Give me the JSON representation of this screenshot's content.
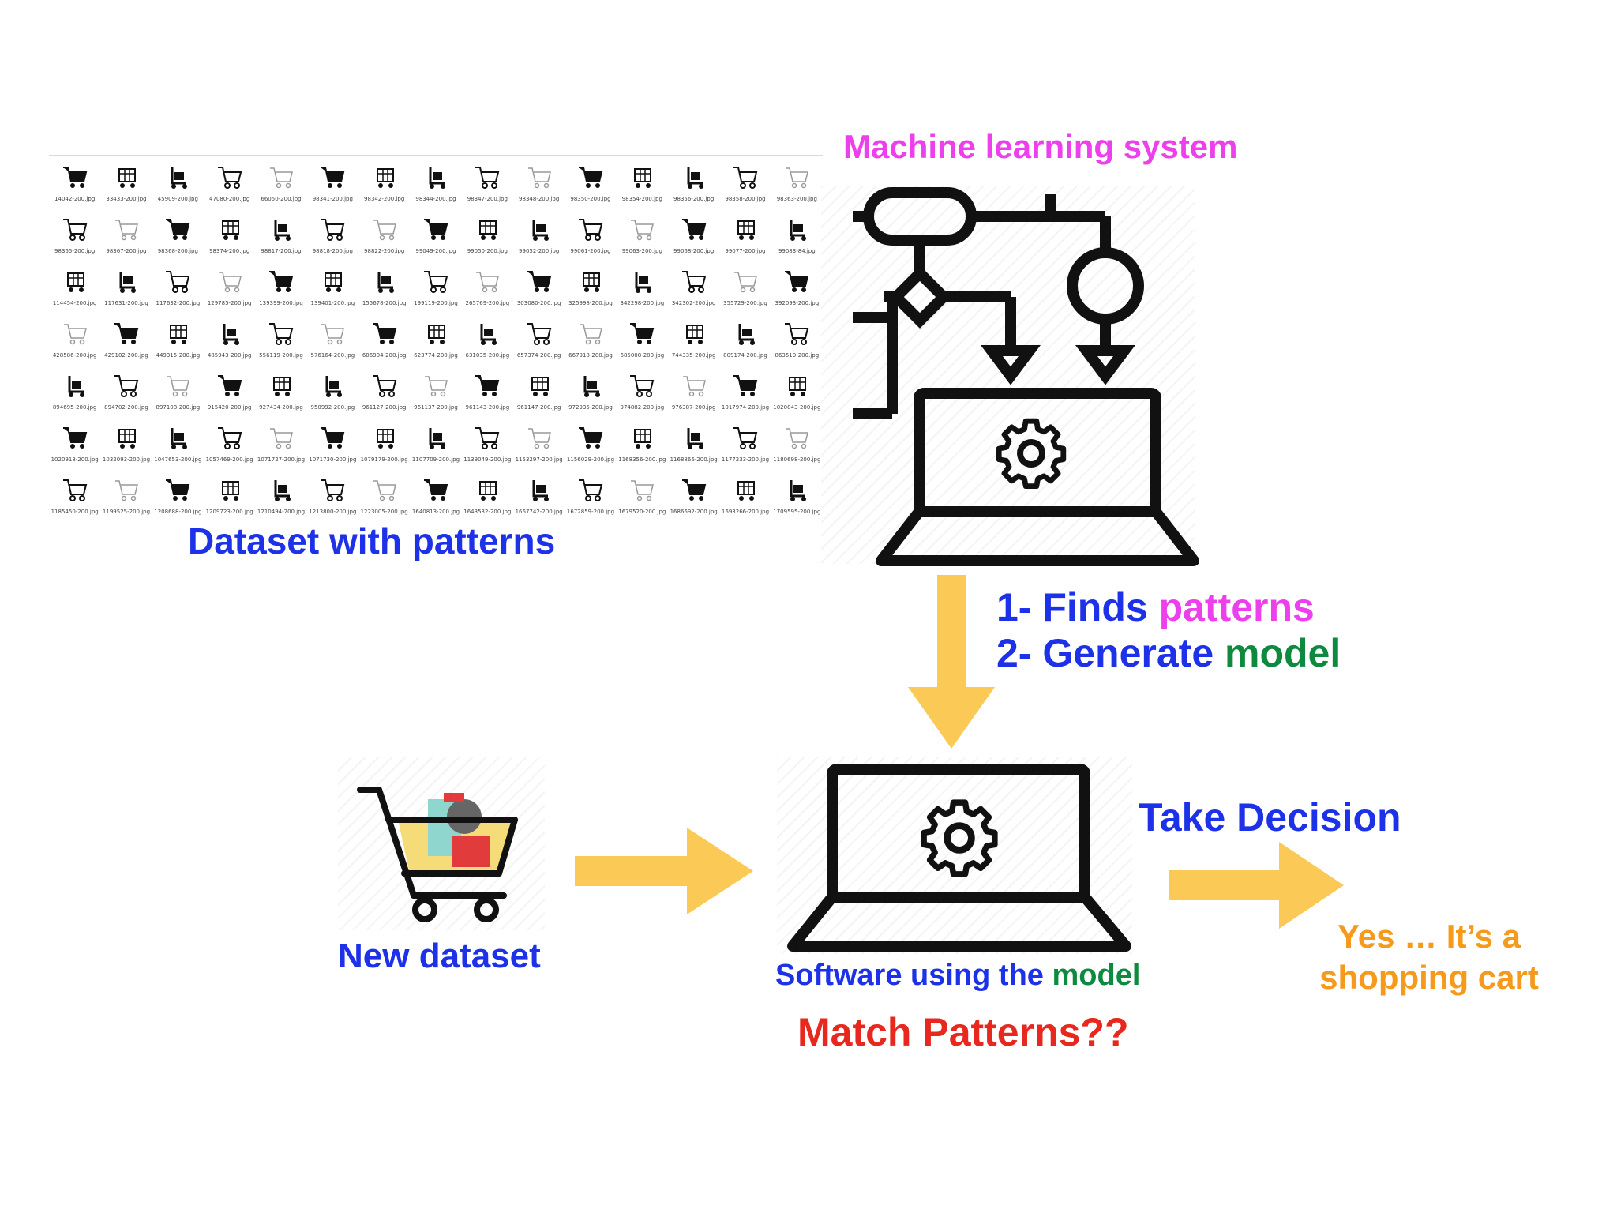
{
  "labels": {
    "ml_system": "Machine learning system",
    "dataset": "Dataset with patterns",
    "step1_prefix": "1- Finds ",
    "step1_highlight": "patterns",
    "step2_prefix": "2- Generate ",
    "step2_highlight": "model",
    "take_decision": "Take Decision",
    "new_dataset": "New dataset",
    "software_prefix": "Software using the ",
    "software_highlight": "model",
    "match_patterns": "Match Patterns??",
    "result_line1": "Yes … It’s a",
    "result_line2": "shopping cart"
  },
  "dataset_files": [
    "14042-200.jpg",
    "33433-200.jpg",
    "45909-200.jpg",
    "47080-200.jpg",
    "66050-200.jpg",
    "98341-200.jpg",
    "98342-200.jpg",
    "98344-200.jpg",
    "98347-200.jpg",
    "98348-200.jpg",
    "98350-200.jpg",
    "98354-200.jpg",
    "98356-200.jpg",
    "98358-200.jpg",
    "98363-200.jpg",
    "98365-200.jpg",
    "98367-200.jpg",
    "98368-200.jpg",
    "98374-200.jpg",
    "98817-200.jpg",
    "98818-200.jpg",
    "98822-200.jpg",
    "99049-200.jpg",
    "99050-200.jpg",
    "99052-200.jpg",
    "99061-200.jpg",
    "99063-200.jpg",
    "99068-200.jpg",
    "99077-200.jpg",
    "99083-84.jpg",
    "114454-200.jpg",
    "117631-200.jpg",
    "117632-200.jpg",
    "129785-200.jpg",
    "139399-200.jpg",
    "139401-200.jpg",
    "155678-200.jpg",
    "199119-200.jpg",
    "265769-200.jpg",
    "303080-200.jpg",
    "325998-200.jpg",
    "342298-200.jpg",
    "342302-200.jpg",
    "355729-200.jpg",
    "392093-200.jpg",
    "428586-200.jpg",
    "429102-200.jpg",
    "449315-200.jpg",
    "485943-200.jpg",
    "556119-200.jpg",
    "576164-200.jpg",
    "606904-200.jpg",
    "623774-200.jpg",
    "631035-200.jpg",
    "657374-200.jpg",
    "667918-200.jpg",
    "685008-200.jpg",
    "744335-200.jpg",
    "809174-200.jpg",
    "863510-200.jpg",
    "894695-200.jpg",
    "894702-200.jpg",
    "897108-200.jpg",
    "915420-200.jpg",
    "927434-200.jpg",
    "950992-200.jpg",
    "961127-200.jpg",
    "961137-200.jpg",
    "961143-200.jpg",
    "961147-200.jpg",
    "972935-200.jpg",
    "974882-200.jpg",
    "976387-200.jpg",
    "1017974-200.jpg",
    "1020843-200.jpg",
    "1020918-200.jpg",
    "1032093-200.jpg",
    "1047653-200.jpg",
    "1057469-200.jpg",
    "1071727-200.jpg",
    "1071730-200.jpg",
    "1079179-200.jpg",
    "1107709-200.jpg",
    "1139049-200.jpg",
    "1153297-200.jpg",
    "1156029-200.jpg",
    "1168356-200.jpg",
    "1168866-200.jpg",
    "1177233-200.jpg",
    "1180698-200.jpg",
    "1185450-200.jpg",
    "1199525-200.jpg",
    "1208688-200.jpg",
    "1209723-200.jpg",
    "1210494-200.jpg",
    "1213800-200.jpg",
    "1223005-200.jpg",
    "1640813-200.jpg",
    "1643532-200.jpg",
    "1667742-200.jpg",
    "1672859-200.jpg",
    "1679520-200.jpg",
    "1686692-200.jpg",
    "1693266-200.jpg",
    "1709595-200.jpg"
  ],
  "icons": {
    "flowchart": "flowchart-icon",
    "laptop_top": "laptop-gear-icon",
    "laptop_bottom": "laptop-gear-icon",
    "cart": "shopping-cart-icon"
  },
  "colors": {
    "arrow": "#fbc956",
    "blue": "#1d32e8",
    "magenta": "#ec40ec",
    "green": "#0e8a3e",
    "red": "#e8281e",
    "orange": "#f59a1a"
  }
}
